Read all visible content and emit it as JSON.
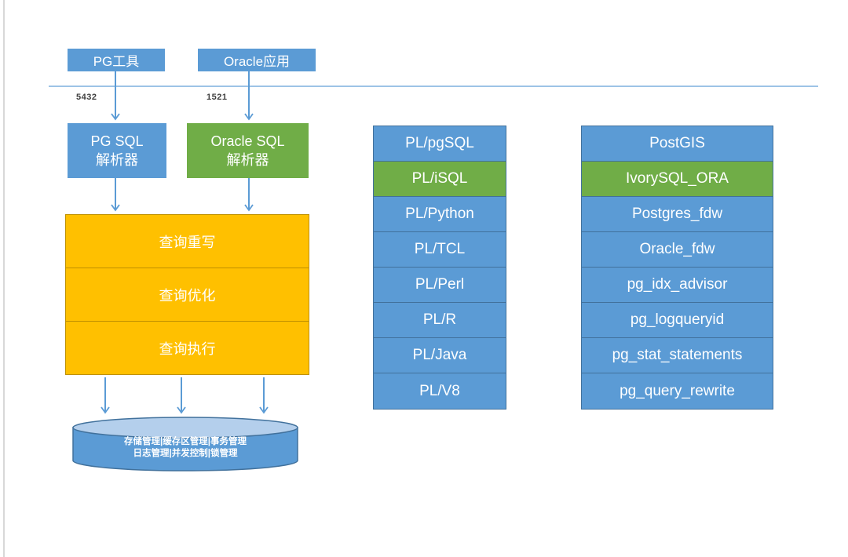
{
  "clients": [
    {
      "label": "PG工具",
      "port": "5432"
    },
    {
      "label": "Oracle应用",
      "port": "1521"
    }
  ],
  "parsers": [
    {
      "line1": "PG SQL",
      "line2": "解析器",
      "variant": "blue"
    },
    {
      "line1": "Oracle SQL",
      "line2": "解析器",
      "variant": "green"
    }
  ],
  "pipeline_stages": [
    {
      "label": "查询重写"
    },
    {
      "label": "查询优化"
    },
    {
      "label": "查询执行"
    }
  ],
  "storage_cylinder": {
    "line1": "存储管理|缓存区管理|事务管理",
    "line2": "日志管理|并发控制|锁管理"
  },
  "pl_languages": [
    {
      "label": "PL/pgSQL",
      "variant": "blue"
    },
    {
      "label": "PL/iSQL",
      "variant": "green"
    },
    {
      "label": "PL/Python",
      "variant": "blue"
    },
    {
      "label": "PL/TCL",
      "variant": "blue"
    },
    {
      "label": "PL/Perl",
      "variant": "blue"
    },
    {
      "label": "PL/R",
      "variant": "blue"
    },
    {
      "label": "PL/Java",
      "variant": "blue"
    },
    {
      "label": "PL/V8",
      "variant": "blue"
    }
  ],
  "extensions": [
    {
      "label": "PostGIS",
      "variant": "blue"
    },
    {
      "label": "IvorySQL_ORA",
      "variant": "green"
    },
    {
      "label": "Postgres_fdw",
      "variant": "blue"
    },
    {
      "label": "Oracle_fdw",
      "variant": "blue"
    },
    {
      "label": "pg_idx_advisor",
      "variant": "blue"
    },
    {
      "label": "pg_logqueryid",
      "variant": "blue"
    },
    {
      "label": "pg_stat_statements",
      "variant": "blue"
    },
    {
      "label": "pg_query_rewrite",
      "variant": "blue"
    }
  ],
  "colors": {
    "accent_blue": "#5B9BD5",
    "accent_green": "#70AD47",
    "accent_orange": "#FFC000",
    "orange_border": "#BF9000",
    "row_border": "#41719C",
    "arrow_blue": "#5B9BD5",
    "divider_blue": "#9DC3E6",
    "cylinder_top_fill": "#B4CFEC",
    "cylinder_border": "#41719C",
    "port_label_color": "#3F3F3F",
    "page_background": "#FFFFFF",
    "page_edge_line": "#D8D8D8"
  }
}
